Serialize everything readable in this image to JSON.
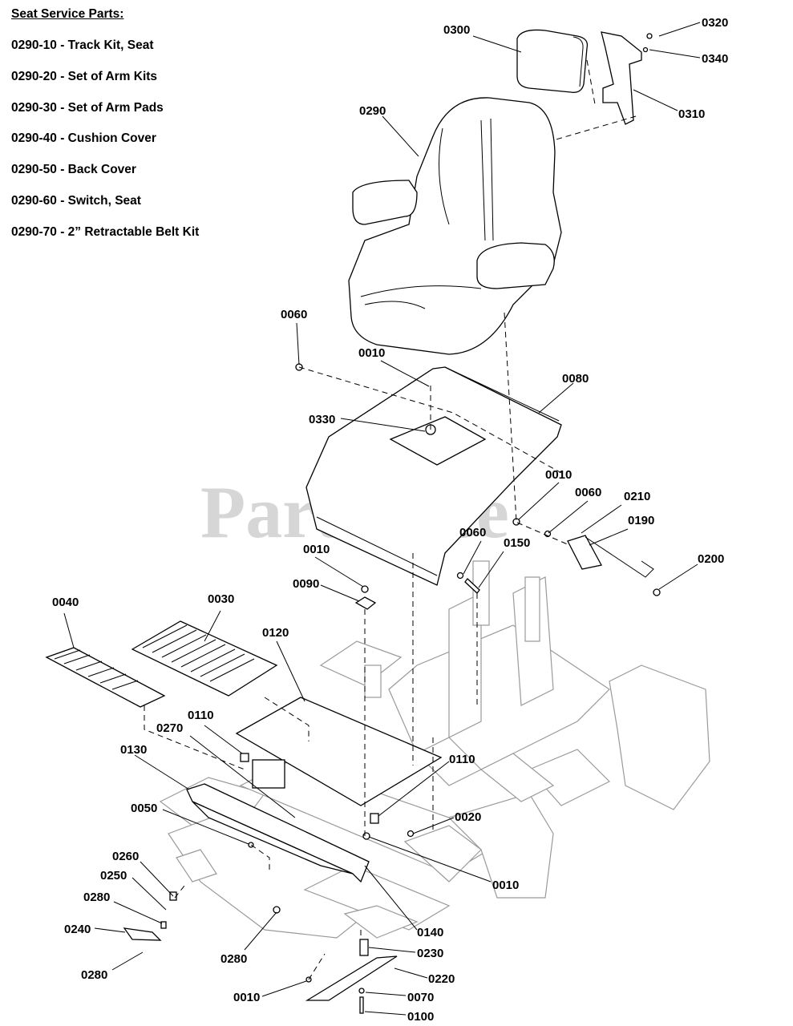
{
  "legend": {
    "title": "Seat Service Parts:",
    "items": [
      "0290-10 - Track Kit, Seat",
      "0290-20 - Set of Arm Kits",
      "0290-30 - Set of Arm Pads",
      "0290-40 - Cushion Cover",
      "0290-50 - Back Cover",
      "0290-60 - Switch, Seat",
      "0290-70 - 2” Retractable Belt Kit"
    ]
  },
  "watermark": "PartsTree",
  "callouts": [
    "0300",
    "0320",
    "0340",
    "0310",
    "0290",
    "0060",
    "0010",
    "0080",
    "0330",
    "0010",
    "0060",
    "0210",
    "0190",
    "0060",
    "0150",
    "0200",
    "0010",
    "0090",
    "0040",
    "0030",
    "0120",
    "0110",
    "0270",
    "0130",
    "0110",
    "0020",
    "0050",
    "0010",
    "0260",
    "0250",
    "0280",
    "0240",
    "0140",
    "0280",
    "0230",
    "0280",
    "0220",
    "0010",
    "0070",
    "0100"
  ]
}
